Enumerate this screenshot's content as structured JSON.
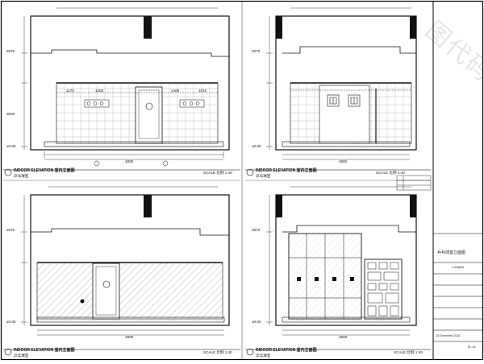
{
  "watermark": "图代码",
  "panels": [
    {
      "caption": "INDOOR ELEVATION 室内立面图",
      "subcaption": "乒乓球室",
      "scale": "SCALE 比例 1:40"
    },
    {
      "caption": "INDOOR ELEVATION 室内立面图",
      "subcaption": "乒乓球室",
      "scale": "SCALE 比例 1:40"
    },
    {
      "caption": "INDOOR ELEVATION 室内立面图",
      "subcaption": "乒乓球室",
      "scale": "SCALE 比例 1:40"
    },
    {
      "caption": "INDOOR ELEVATION 室内立面图",
      "subcaption": "乒乓球室",
      "scale": "SCALE 比例 1:40"
    }
  ],
  "dims": {
    "ceiling": "2870",
    "height": "3000",
    "floor": "±0.00",
    "total_width": "4800",
    "seg_a": "1170",
    "seg_b": "1300",
    "seg_c": "1400",
    "seg_d": "1010"
  },
  "title_block": {
    "drawing_name": "乒乓球室立面图",
    "code": "1:40@A3",
    "date": "15.December.2016",
    "sheet_no": "EL-16"
  },
  "colors": {
    "line": "#111111",
    "hatch": "#555555",
    "frame": "#000000"
  }
}
